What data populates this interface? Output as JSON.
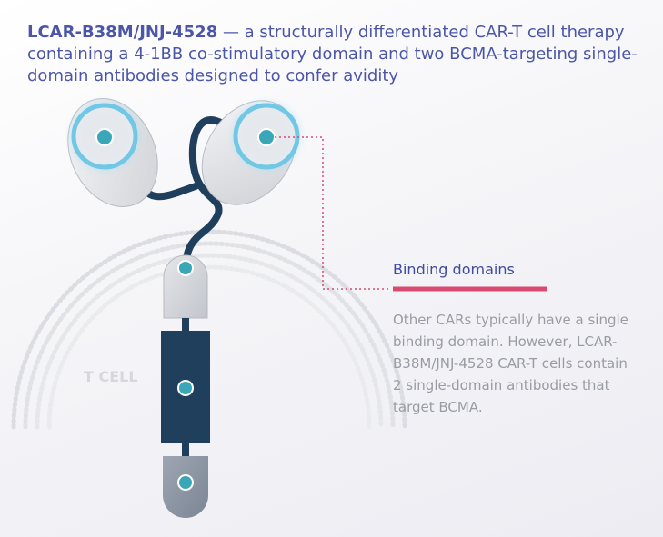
{
  "headline": {
    "product": "LCAR-B38M/JNJ-4528",
    "description": " — a structurally differentiated CAR-T cell therapy containing a 4-1BB co-stimulatory domain and two BCMA-targeting single-domain antibodies designed to confer avidity"
  },
  "cell_label": "T CELL",
  "callout": {
    "title": "Binding domains",
    "body": "Other CARs typically have a single binding domain. However, LCAR-B38M/JNJ-4528 CAR-T cells contain 2 single-domain antibodies that target BCMA."
  },
  "colors": {
    "headline": "#4b56a8",
    "accent_line": "#d94a72",
    "hotspot": "#3aa7b9",
    "glow": "#6cc7e6",
    "receptor_dark": "#1f3f5d",
    "body_text": "#9a9ca4"
  }
}
